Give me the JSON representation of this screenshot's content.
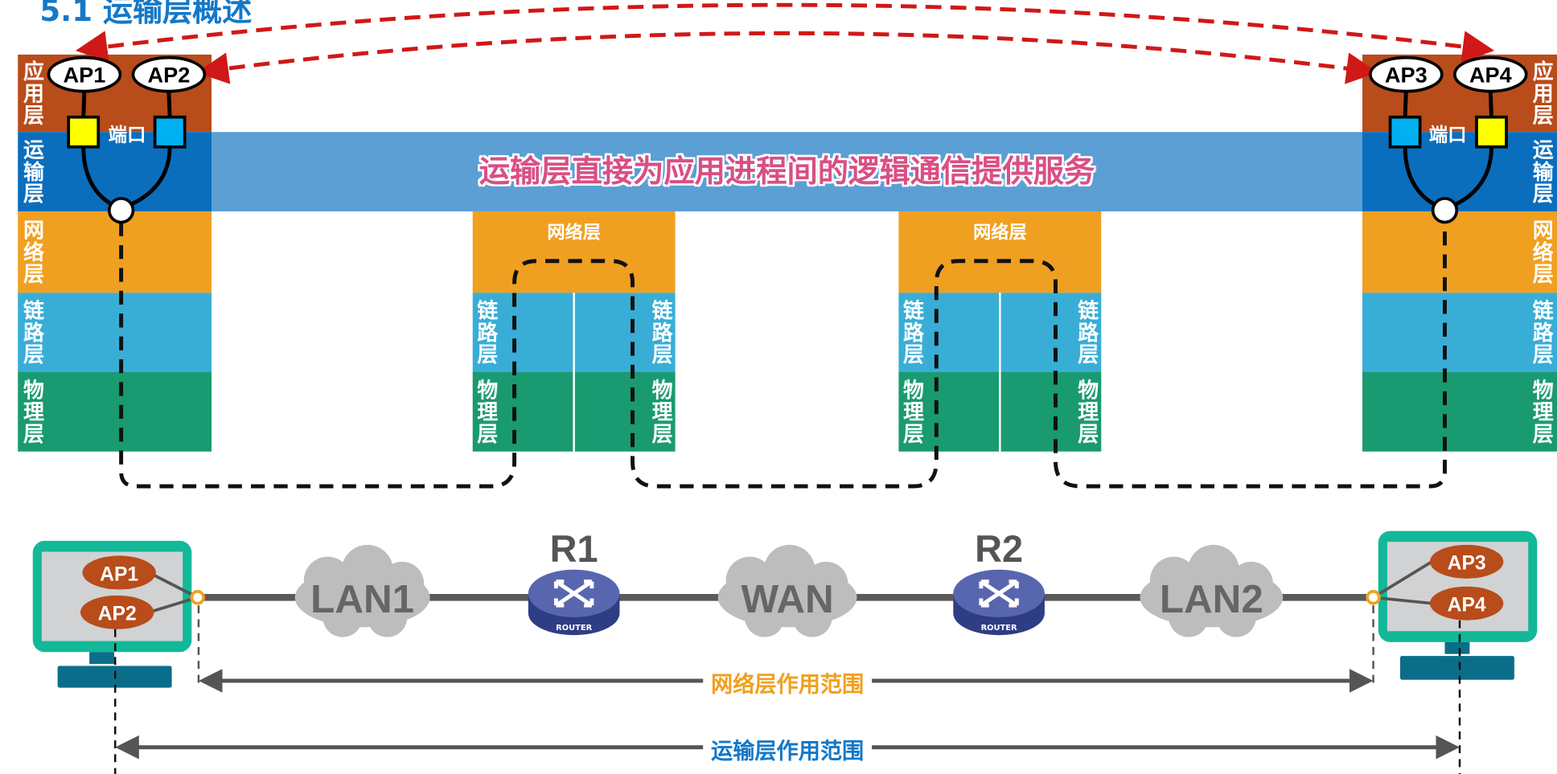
{
  "title": "5.1 运输层概述",
  "layers": {
    "app": "应用层",
    "transport": "运输层",
    "network": "网络层",
    "link": "链路层",
    "physical": "物理层"
  },
  "banner": "运输层直接为应用进程间的逻辑通信提供服务",
  "port_label": "端口",
  "processes": [
    "AP1",
    "AP2",
    "AP3",
    "AP4"
  ],
  "network": {
    "lan1": "LAN1",
    "wan": "WAN",
    "lan2": "LAN2",
    "r1": "R1",
    "r2": "R2",
    "router_caption": "ROUTER"
  },
  "scopes": {
    "network": "网络层作用范围",
    "transport": "运输层作用范围"
  },
  "colors": {
    "app": "#b84c1a",
    "transport": "#0a6ebd",
    "network": "#f0a020",
    "link": "#38aed6",
    "physical": "#1a9a70",
    "banner": "#5b9fd5",
    "banner_text": "#d94f84",
    "title": "#1478c8",
    "arrow_red": "#d01818",
    "monitor": "#12b898",
    "network_scope": "#f0a020",
    "transport_scope": "#1478c8"
  }
}
